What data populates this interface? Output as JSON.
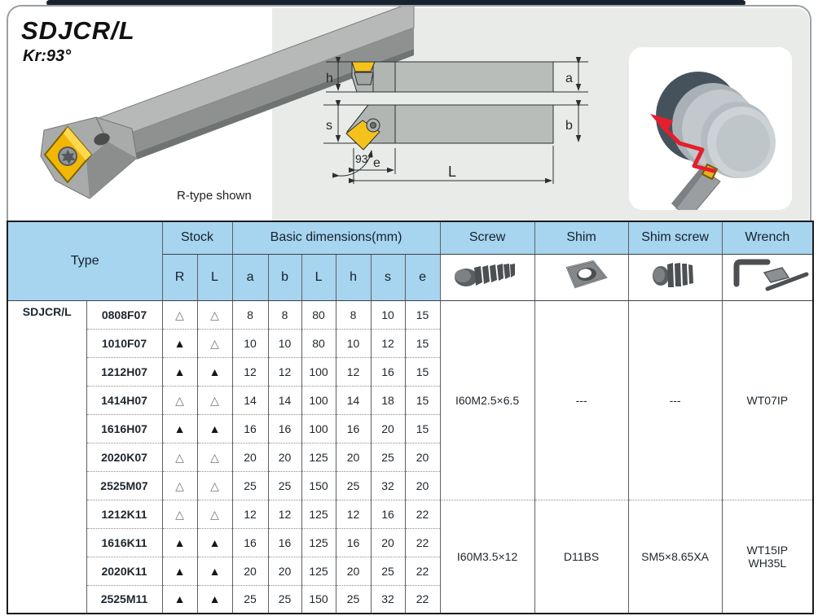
{
  "header": {
    "title": "SDJCR/L",
    "subtitle": "Kr:93°",
    "photo_caption": "R-type shown"
  },
  "diagram": {
    "labels": {
      "h": "h",
      "a": "a",
      "s": "s",
      "b": "b",
      "angle": "93°",
      "e": "e",
      "L": "L"
    }
  },
  "table": {
    "type_label": "Type",
    "type_name": "SDJCR/L",
    "stock_label": "Stock",
    "basic_dims_label": "Basic dimensions(mm)",
    "stock_cols": [
      "R",
      "L"
    ],
    "dim_cols": [
      "a",
      "b",
      "L",
      "h",
      "s",
      "e"
    ],
    "part_cols": [
      "Screw",
      "Shim",
      "Shim screw",
      "Wrench"
    ],
    "stock_symbols": {
      "open": "△",
      "filled": "▲"
    },
    "rows": [
      {
        "model": "0808F07",
        "r": "open",
        "l": "open",
        "a": 8,
        "b": 8,
        "L": 80,
        "h": 8,
        "s": 10,
        "e": 15
      },
      {
        "model": "1010F07",
        "r": "filled",
        "l": "open",
        "a": 10,
        "b": 10,
        "L": 80,
        "h": 10,
        "s": 12,
        "e": 15
      },
      {
        "model": "1212H07",
        "r": "filled",
        "l": "filled",
        "a": 12,
        "b": 12,
        "L": 100,
        "h": 12,
        "s": 16,
        "e": 15
      },
      {
        "model": "1414H07",
        "r": "open",
        "l": "open",
        "a": 14,
        "b": 14,
        "L": 100,
        "h": 14,
        "s": 18,
        "e": 15
      },
      {
        "model": "1616H07",
        "r": "filled",
        "l": "filled",
        "a": 16,
        "b": 16,
        "L": 100,
        "h": 16,
        "s": 20,
        "e": 15
      },
      {
        "model": "2020K07",
        "r": "open",
        "l": "open",
        "a": 20,
        "b": 20,
        "L": 125,
        "h": 20,
        "s": 25,
        "e": 20
      },
      {
        "model": "2525M07",
        "r": "open",
        "l": "open",
        "a": 25,
        "b": 25,
        "L": 150,
        "h": 25,
        "s": 32,
        "e": 20
      },
      {
        "model": "1212K11",
        "r": "open",
        "l": "open",
        "a": 12,
        "b": 12,
        "L": 125,
        "h": 12,
        "s": 16,
        "e": 22
      },
      {
        "model": "1616K11",
        "r": "filled",
        "l": "filled",
        "a": 16,
        "b": 16,
        "L": 125,
        "h": 16,
        "s": 20,
        "e": 22
      },
      {
        "model": "2020K11",
        "r": "filled",
        "l": "filled",
        "a": 20,
        "b": 20,
        "L": 125,
        "h": 20,
        "s": 25,
        "e": 22
      },
      {
        "model": "2525M11",
        "r": "filled",
        "l": "filled",
        "a": 25,
        "b": 25,
        "L": 150,
        "h": 25,
        "s": 32,
        "e": 22
      }
    ],
    "groups": [
      {
        "rows": 7,
        "screw": "I60M2.5×6.5",
        "shim": "---",
        "shim_screw": "---",
        "wrench": [
          "WT07IP"
        ]
      },
      {
        "rows": 4,
        "screw": "I60M3.5×12",
        "shim": "D11BS",
        "shim_screw": "SM5×8.65XA",
        "wrench": [
          "WT15IP",
          "WH35L"
        ]
      }
    ]
  },
  "colors": {
    "header_blue": "#a7d4ee",
    "insert_yellow": "#f2b705",
    "arrow_red": "#e41e2d",
    "panel_gray": "#e9ebe8",
    "bar_navy": "#1a2230"
  }
}
